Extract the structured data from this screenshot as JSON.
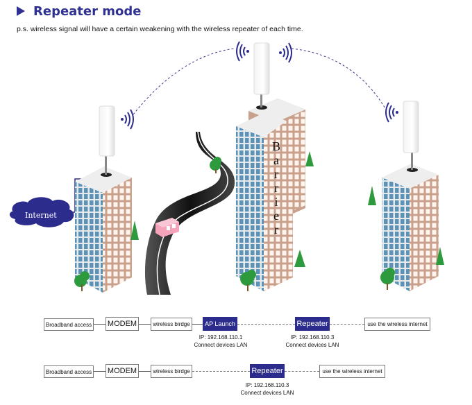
{
  "header": {
    "title": "Repeater mode",
    "title_icon": "play-triangle-icon",
    "note": "p.s. wireless signal will have a certain weakening with  the wireless repeater of each time."
  },
  "illustration": {
    "internet_label": "Internet",
    "barrier_letters": [
      "B",
      "a",
      "r",
      "r",
      "i",
      "e",
      "r"
    ],
    "buildings": [
      {
        "role": "ap-launch-building",
        "has_antenna": true,
        "signal": "right"
      },
      {
        "role": "barrier-building",
        "has_antenna": true,
        "signal": "both"
      },
      {
        "role": "repeater-building",
        "has_antenna": true,
        "signal": "left"
      }
    ],
    "colors": {
      "accent": "#2e3192",
      "wave": "#2c2c8c",
      "window_blue": "#5b93b8",
      "brick": "#c8a08c",
      "tree": "#2e9a3e",
      "road": "#1a1a1a",
      "car": "#f29bb3"
    }
  },
  "flows": [
    {
      "nodes": [
        {
          "label": "Broadband access",
          "style": "outline"
        },
        {
          "label": "MODEM",
          "style": "outline"
        },
        {
          "label": "wireless birdge",
          "style": "outline"
        },
        {
          "label": "AP Launch",
          "style": "filled",
          "ip": "IP: 192.168.110.1",
          "sub": "Connect devices LAN"
        },
        {
          "label": "Repeater",
          "style": "filled",
          "ip": "IP: 192.168.110.3",
          "sub": "Connect devices LAN"
        },
        {
          "label": "use the wireless internet",
          "style": "outline"
        }
      ]
    },
    {
      "nodes": [
        {
          "label": "Broadband access",
          "style": "outline"
        },
        {
          "label": "MODEM",
          "style": "outline"
        },
        {
          "label": "wireless birdge",
          "style": "outline"
        },
        {
          "label": "Repeater",
          "style": "filled",
          "ip": "IP: 192.168.110.3",
          "sub": "Connect devices LAN"
        },
        {
          "label": "use the wireless internet",
          "style": "outline"
        }
      ]
    }
  ]
}
